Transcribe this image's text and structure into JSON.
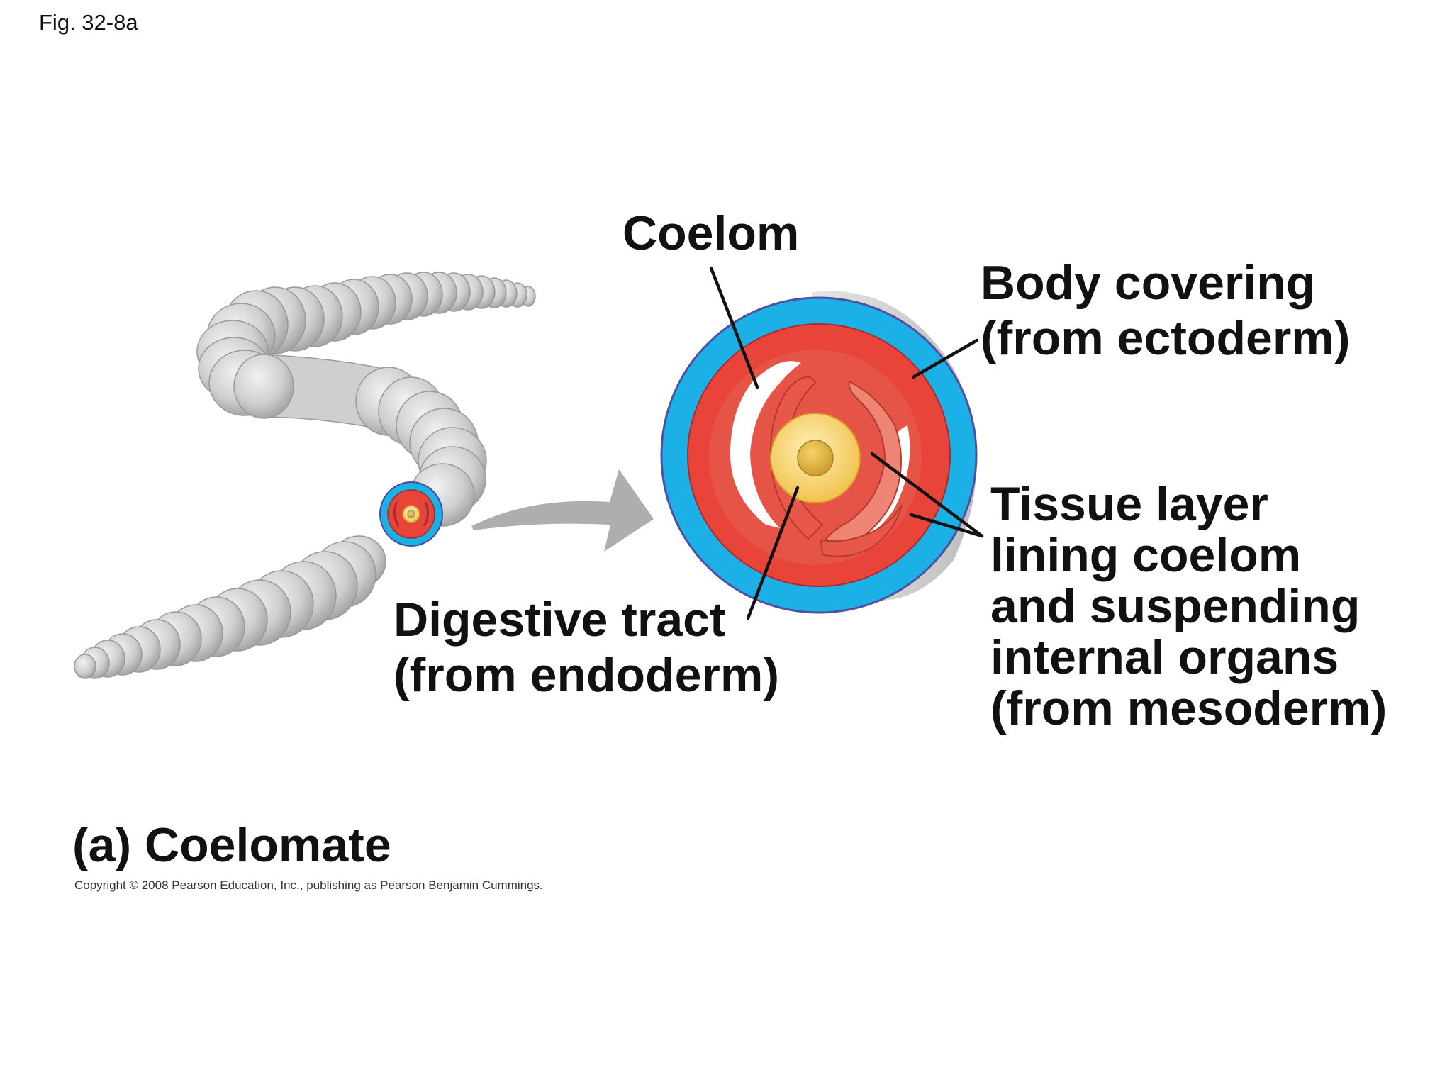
{
  "figure": {
    "fig_number": "Fig. 32-8a",
    "panel_title": "(a) Coelomate",
    "copyright": "Copyright © 2008 Pearson Education, Inc., publishing as Pearson Benjamin Cummings."
  },
  "labels": {
    "coelom": "Coelom",
    "body_covering": [
      "Body covering",
      "(from ectoderm)"
    ],
    "digestive_tract": [
      "Digestive tract",
      "(from endoderm)"
    ],
    "tissue_layer": [
      "Tissue layer",
      "lining coelom",
      "and suspending",
      "internal organs",
      "(from mesoderm)"
    ]
  },
  "colors": {
    "ectoderm": "#1bb0e6",
    "mesoderm": "#e8443a",
    "endoderm": "#f6d067",
    "worm_body": "#c9c9c9",
    "arrow": "#aeaeae",
    "leader": "#111111"
  },
  "icons": [
    "earthworm-icon",
    "cross-section-icon",
    "curved-arrow-icon"
  ]
}
